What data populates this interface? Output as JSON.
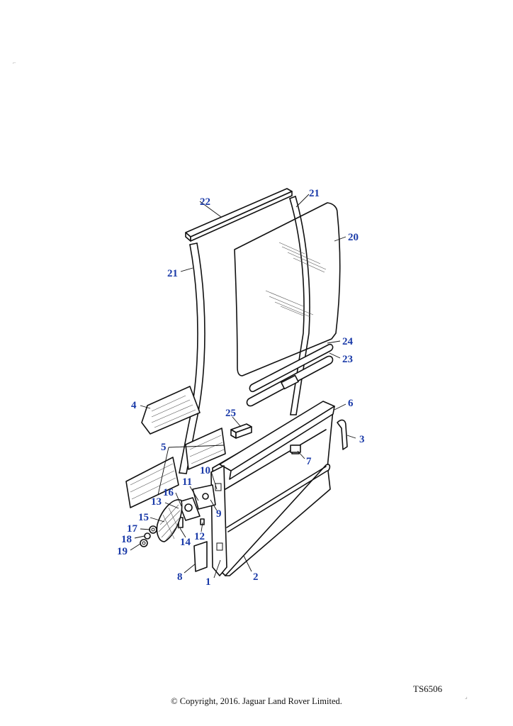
{
  "diagram": {
    "code": "TS6506",
    "copyright": "© Copyright, 2016. Jaguar Land Rover Limited.",
    "callouts": [
      {
        "id": "c1",
        "label": "1"
      },
      {
        "id": "c2",
        "label": "2"
      },
      {
        "id": "c3",
        "label": "3"
      },
      {
        "id": "c4",
        "label": "4"
      },
      {
        "id": "c5",
        "label": "5"
      },
      {
        "id": "c6",
        "label": "6"
      },
      {
        "id": "c7",
        "label": "7"
      },
      {
        "id": "c8",
        "label": "8"
      },
      {
        "id": "c9",
        "label": "9"
      },
      {
        "id": "c10",
        "label": "10"
      },
      {
        "id": "c11",
        "label": "11"
      },
      {
        "id": "c12",
        "label": "12"
      },
      {
        "id": "c13",
        "label": "13"
      },
      {
        "id": "c14",
        "label": "14"
      },
      {
        "id": "c15",
        "label": "15"
      },
      {
        "id": "c16",
        "label": "16"
      },
      {
        "id": "c17",
        "label": "17"
      },
      {
        "id": "c18",
        "label": "18"
      },
      {
        "id": "c19",
        "label": "19"
      },
      {
        "id": "c20",
        "label": "20"
      },
      {
        "id": "c21a",
        "label": "21"
      },
      {
        "id": "c21b",
        "label": "21"
      },
      {
        "id": "c22",
        "label": "22"
      },
      {
        "id": "c23",
        "label": "23"
      },
      {
        "id": "c24",
        "label": "24"
      },
      {
        "id": "c25",
        "label": "25"
      }
    ],
    "colors": {
      "callout": "#1a3aa8",
      "lines": "#111111",
      "background": "#ffffff"
    }
  }
}
